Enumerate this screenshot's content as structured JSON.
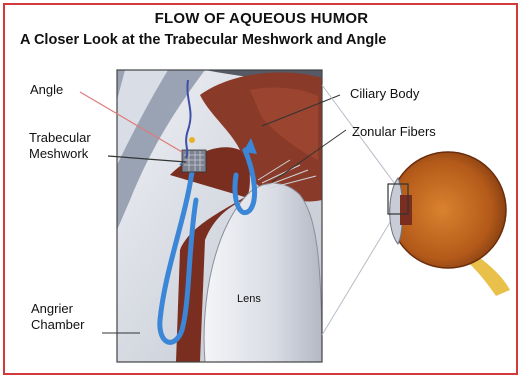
{
  "title": "FLOW OF AQUEOUS HUMOR",
  "subtitle": "A Closer Look at the Trabecular Meshwork and Angle",
  "labels": {
    "angle": "Angle",
    "trabecular_line1": "Trabecular",
    "trabecular_line2": "Meshwork",
    "ciliary_body": "Ciliary Body",
    "zonular_fibers": "Zonular Fibers",
    "anterior_line1": "Angrier",
    "anterior_line2": "Chamber",
    "lens": "Lens"
  },
  "colors": {
    "frame": "#d23a3a",
    "ciliary": "#8a3a28",
    "flow": "#3b86d6",
    "eye": "#b45a1a",
    "lens": "#dfe2ea"
  }
}
